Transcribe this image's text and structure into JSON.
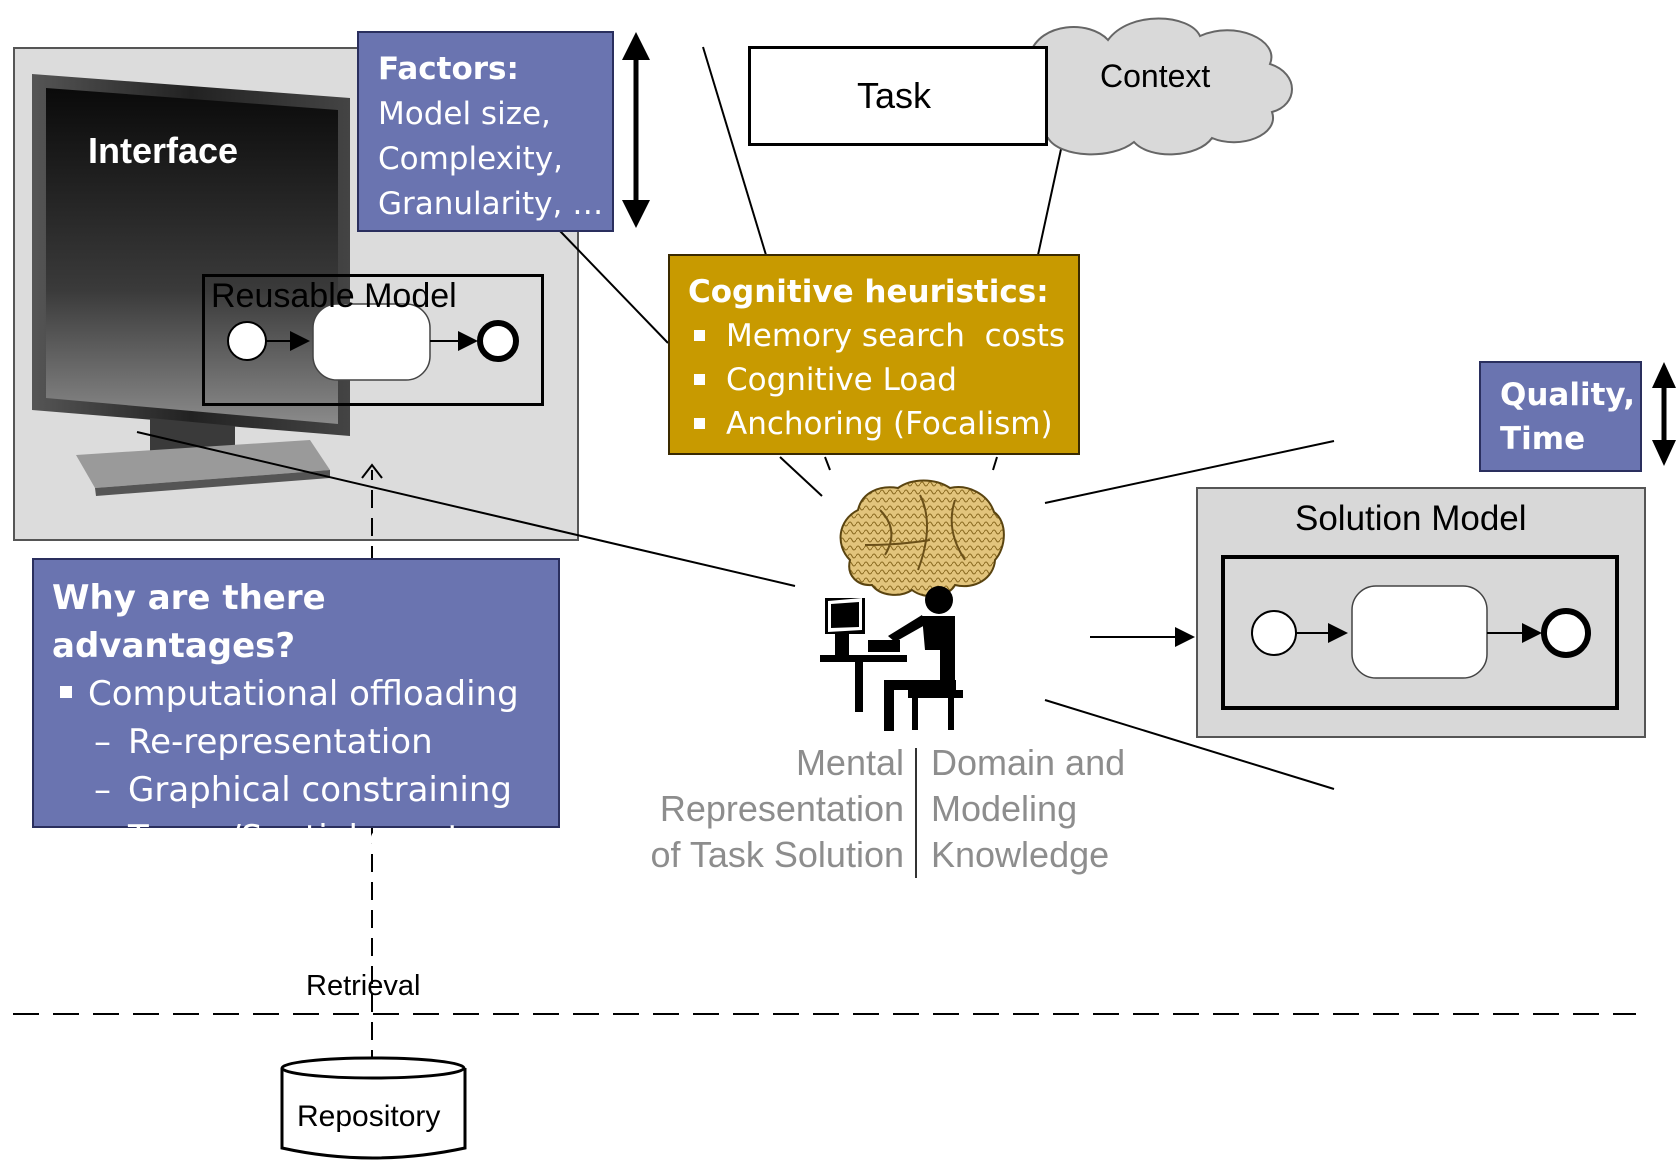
{
  "interface": {
    "title": "Interface"
  },
  "reusable_model": {
    "label": "Reusable Model"
  },
  "factors": {
    "heading": "Factors:",
    "lines": [
      "Model size,",
      "Complexity,",
      "Granularity, …"
    ]
  },
  "task": {
    "label": "Task"
  },
  "context": {
    "label": "Context"
  },
  "heuristics": {
    "heading": "Cognitive heuristics:",
    "items": [
      "Memory search  costs",
      "Cognitive Load",
      "Anchoring (Focalism)"
    ]
  },
  "quality": {
    "lines": [
      "Quality,",
      "Time"
    ]
  },
  "solution_model": {
    "label": "Solution Model"
  },
  "advantages": {
    "heading": "Why are there advantages?",
    "bullet": "Computational offloading",
    "subitems": [
      "Re-representation",
      "Graphical constraining",
      "Temp./Spatial constr."
    ]
  },
  "mental": {
    "left_lines": [
      "Mental",
      "Representation",
      "of Task Solution"
    ],
    "right_lines": [
      "Domain and",
      "Modeling",
      "Knowledge"
    ]
  },
  "retrieval": {
    "label": "Retrieval"
  },
  "repository": {
    "label": "Repository"
  },
  "colors": {
    "factor_box": "#6a74b0",
    "heuristics_box": "#c89a00",
    "panel_gray": "#dcdcdc",
    "context_cloud": "#d9d9d9"
  },
  "icons": [
    "monitor-icon",
    "brain-icon",
    "person-at-computer-icon",
    "repository-cylinder-icon"
  ]
}
